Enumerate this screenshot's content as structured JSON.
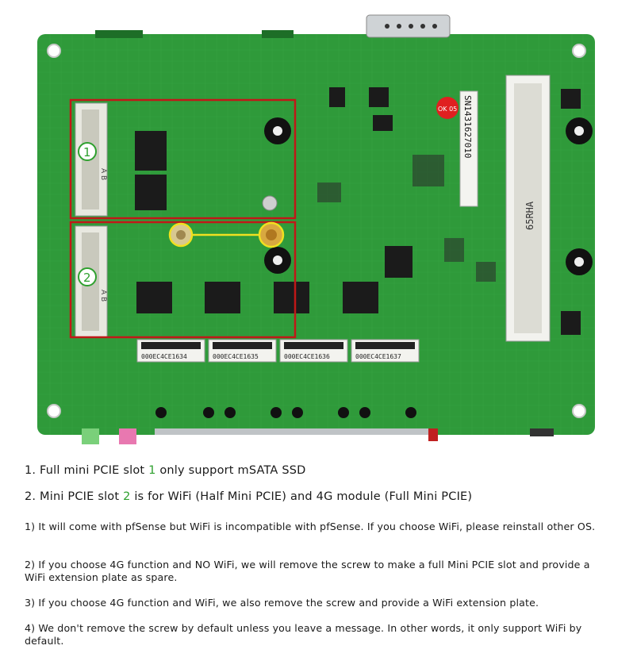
{
  "photo": {
    "serial_labels": [
      "000EC4CE1634",
      "000EC4CE1635",
      "000EC4CE1636",
      "000EC4CE1637"
    ],
    "slot_markers": [
      "1",
      "2"
    ],
    "slot_letters": [
      "A B",
      "A B"
    ],
    "sn_label": "SN1431627010",
    "ok_sticker": "OK 05",
    "ram_label": "65RHA",
    "colors": {
      "pcb": "#2f9a3a",
      "pcb_dark": "#1f7a2a",
      "red_box": "#c01818",
      "yellow_line": "#f0e020",
      "marker_green": "#2ea02e"
    }
  },
  "notes": {
    "heading1": {
      "pre": "1. Full mini PCIE slot ",
      "num": "1",
      "post": " only support mSATA SSD"
    },
    "heading2": {
      "pre": "2. Mini PCIE slot ",
      "num": "2",
      "post": " is for WiFi (Half Mini PCIE) and 4G module (Full Mini PCIE)"
    },
    "items": [
      "1) It will come with pfSense but WiFi is incompatible with pfSense. If you choose WiFi, please reinstall other OS.",
      "2) If you choose 4G function and NO WiFi, we will remove the screw to make a full Mini PCIE slot and provide a WiFi extension plate as spare.",
      "3) If you choose 4G function and WiFi, we also remove the screw and provide a WiFi extension plate.",
      "4) We don't remove the screw by default unless you leave a message. In other words, it only support WiFi by default."
    ]
  }
}
